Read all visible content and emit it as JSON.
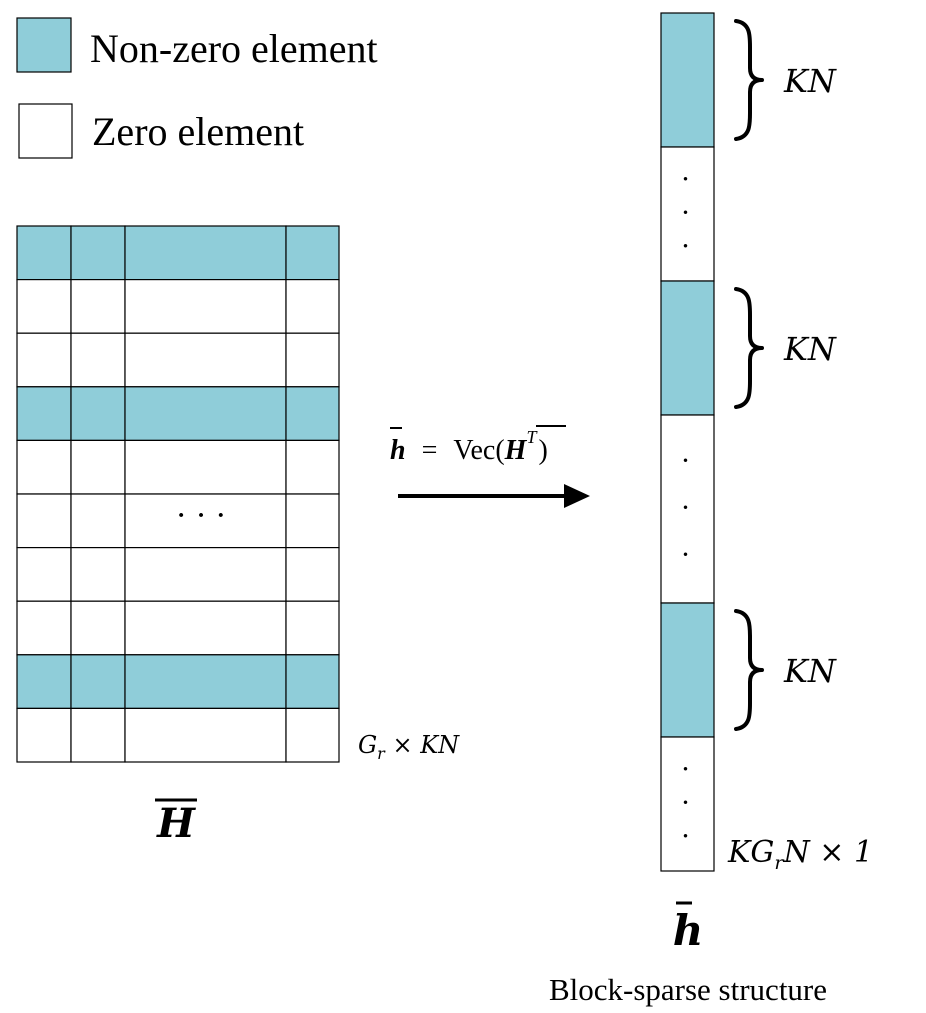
{
  "colors": {
    "nonzero_fill": "#8fcdd9",
    "zero_fill": "#ffffff",
    "stroke": "#000000"
  },
  "legend": {
    "nonzero_label": "Non-zero element",
    "zero_label": "Zero element"
  },
  "matrix": {
    "rows": [
      "nonzero",
      "zero",
      "zero",
      "nonzero",
      "zero",
      "zero",
      "zero",
      "zero",
      "nonzero",
      "zero"
    ],
    "ellipsis": "· · ·",
    "dimension_label": {
      "base": "G",
      "sub": "r",
      "rest": " × KN"
    },
    "symbol_label": "H"
  },
  "transform": {
    "lhs": "h",
    "equals": "=",
    "func": "Vec(",
    "arg": "H",
    "sup": "T",
    "close": ")"
  },
  "vector": {
    "segments": [
      "nonzero",
      "dots",
      "nonzero",
      "dots",
      "nonzero",
      "dots"
    ],
    "dot": "·",
    "brace_label": "KN",
    "dimension_label": {
      "pre": "KG",
      "sub": "r",
      "rest": "N × 1"
    },
    "symbol_label": "h",
    "caption": "Block-sparse structure"
  }
}
